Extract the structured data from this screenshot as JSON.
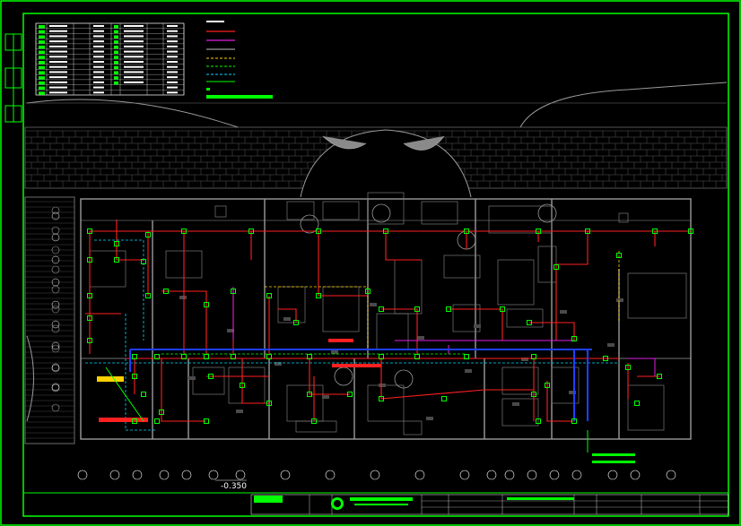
{
  "drawing": {
    "elevation_label": "-0.350"
  },
  "colors": {
    "background": "#000000",
    "frame": "#00ff00",
    "wall": "#9a9a9a",
    "wall_light": "#6e6e6e",
    "pipe_red": "#ff2020",
    "pipe_magenta": "#e020e0",
    "pipe_blue": "#2040ff",
    "pipe_yellow": "#ffd000",
    "pipe_cyan": "#00d8ff",
    "device_green": "#00ff00",
    "text_white": "#ffffff"
  },
  "legend_title_block": {
    "cols": 8,
    "rows": 14
  }
}
